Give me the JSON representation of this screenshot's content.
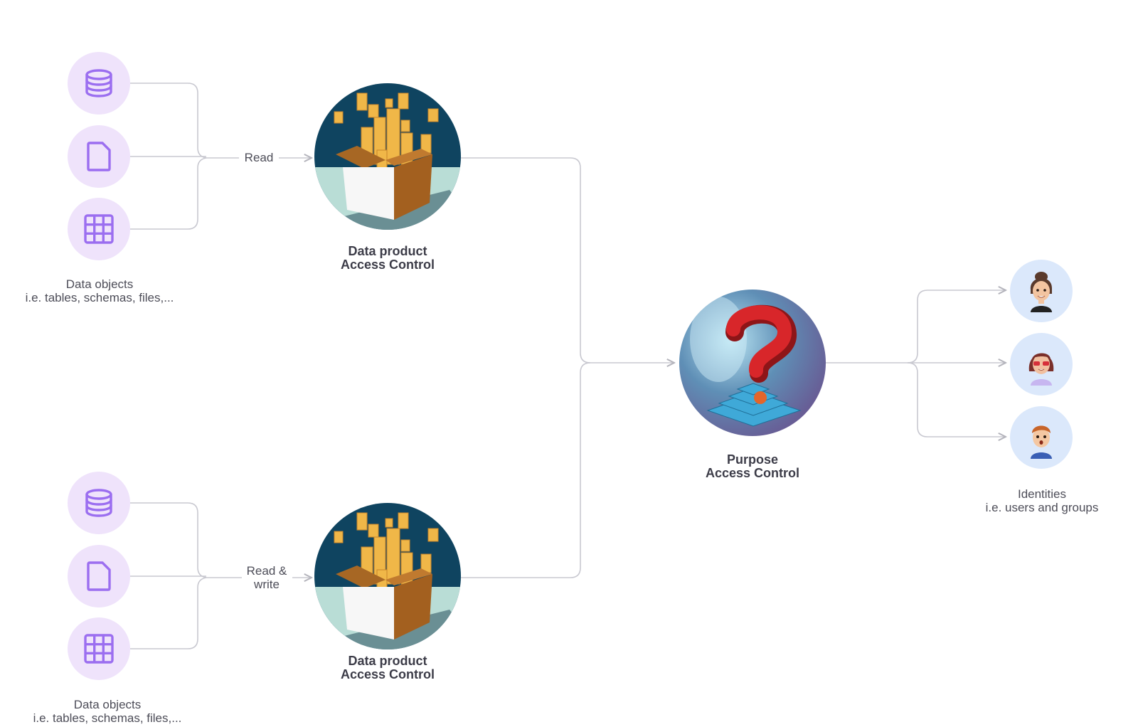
{
  "top_group": {
    "caption_line1": "Data objects",
    "caption_line2": "i.e. tables, schemas, files,...",
    "edge_label": "Read",
    "product_line1": "Data product",
    "product_line2": "Access Control",
    "icons": [
      "database-icon",
      "file-icon",
      "table-grid-icon"
    ]
  },
  "bottom_group": {
    "caption_line1": "Data objects",
    "caption_line2": "i.e. tables, schemas, files,...",
    "edge_label_line1": "Read &",
    "edge_label_line2": "write",
    "product_line1": "Data product",
    "product_line2": "Access Control",
    "icons": [
      "database-icon",
      "file-icon",
      "table-grid-icon"
    ]
  },
  "purpose": {
    "line1": "Purpose",
    "line2": "Access Control",
    "icon": "question-mark-icon"
  },
  "identities": {
    "caption_line1": "Identities",
    "caption_line2": "i.e. users and groups",
    "avatars": [
      "avatar-woman-icon",
      "avatar-woman-sunglasses-icon",
      "avatar-boy-icon"
    ]
  },
  "colors": {
    "object_bg": "#efe3fb",
    "object_icon": "#9b6ef0",
    "identity_bg": "#dbe8fb",
    "connector": "#c8c8d0",
    "text": "#4d4d58"
  }
}
